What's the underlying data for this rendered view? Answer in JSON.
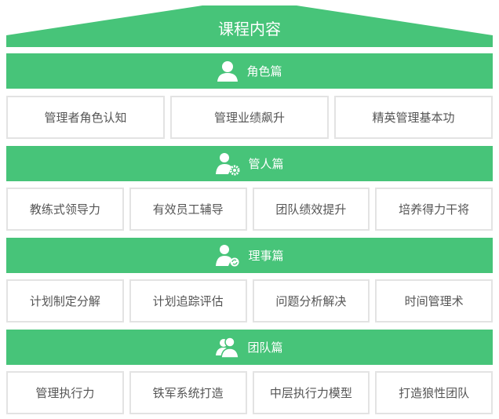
{
  "title": "课程内容",
  "colors": {
    "accent": "#47c479",
    "border": "#e3e3e3",
    "text": "#555555"
  },
  "sections": [
    {
      "label": "角色篇",
      "icon": "user-icon",
      "items": [
        "管理者角色认知",
        "管理业绩飙升",
        "精英管理基本功"
      ]
    },
    {
      "label": "管人篇",
      "icon": "user-gear-icon",
      "items": [
        "教练式领导力",
        "有效员工辅导",
        "团队绩效提升",
        "培养得力干将"
      ]
    },
    {
      "label": "理事篇",
      "icon": "user-sync-icon",
      "items": [
        "计划制定分解",
        "计划追踪评估",
        "问题分析解决",
        "时间管理术"
      ]
    },
    {
      "label": "团队篇",
      "icon": "users-icon",
      "items": [
        "管理执行力",
        "铁军系统打造",
        "中层执行力模型",
        "打造狼性团队"
      ]
    }
  ]
}
